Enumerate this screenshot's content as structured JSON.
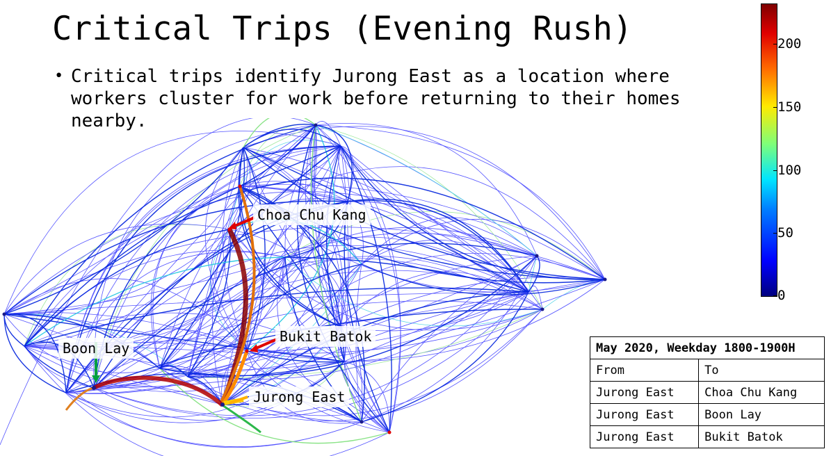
{
  "title": "Critical Trips (Evening Rush)",
  "bullet": "Critical trips identify Jurong East as a location where workers cluster for work before returning to their homes nearby.",
  "labels": {
    "choa_chu_kang": "Choa Chu Kang",
    "bukit_batok": "Bukit Batok",
    "boon_lay": "Boon Lay",
    "jurong_east": "Jurong East"
  },
  "colorbar": {
    "ticks": [
      "200",
      "150",
      "100",
      "50",
      "0"
    ],
    "min": 0,
    "max": 232
  },
  "colors": {
    "network_edge": "#1a1aff",
    "critical_edge": "#8b0000",
    "arrow_red": "#e00000",
    "arrow_green": "#00a040"
  },
  "table": {
    "header": "May 2020, Weekday 1800-1900H",
    "col_from": "From",
    "col_to": "To",
    "rows": [
      {
        "from": "Jurong East",
        "to": "Choa Chu Kang"
      },
      {
        "from": "Jurong East",
        "to": "Boon Lay"
      },
      {
        "from": "Jurong East",
        "to": "Bukit Batok"
      }
    ]
  }
}
